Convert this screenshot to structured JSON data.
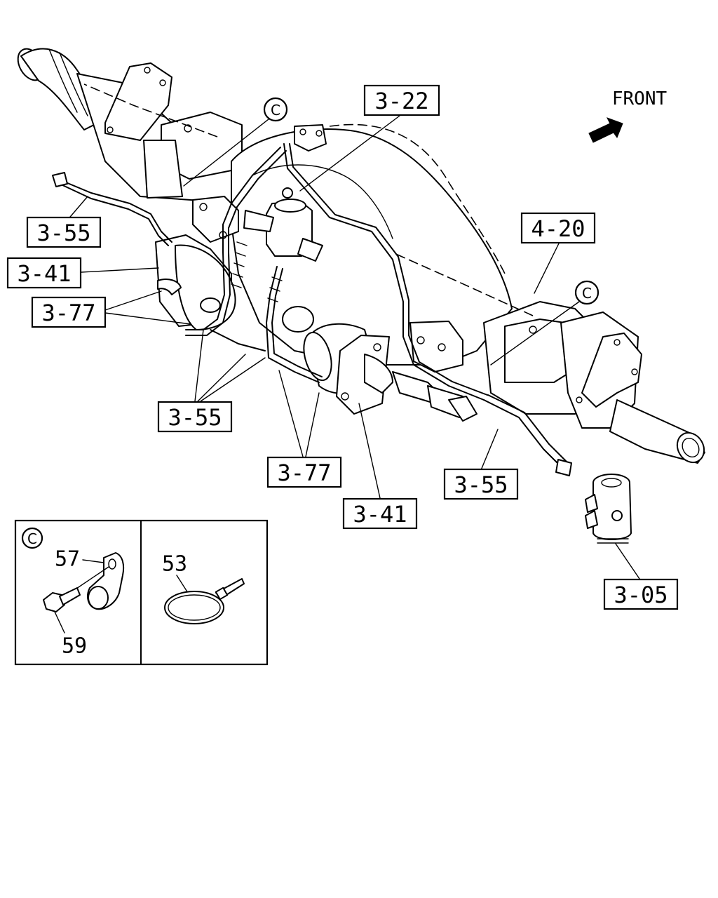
{
  "orientation": {
    "text": "FRONT",
    "icon": "arrow-icon"
  },
  "callout_letter": "C",
  "part_labels": {
    "a": "3-22",
    "b": "3-55",
    "c": "4-20",
    "d": "3-41",
    "e": "3-77",
    "f": "3-55",
    "g": "3-55",
    "h": "3-77",
    "i": "3-41",
    "j": "3-05"
  },
  "detail": {
    "letter": "C",
    "clamp_number": "57",
    "bolt_number": "59",
    "band_number": "53"
  }
}
